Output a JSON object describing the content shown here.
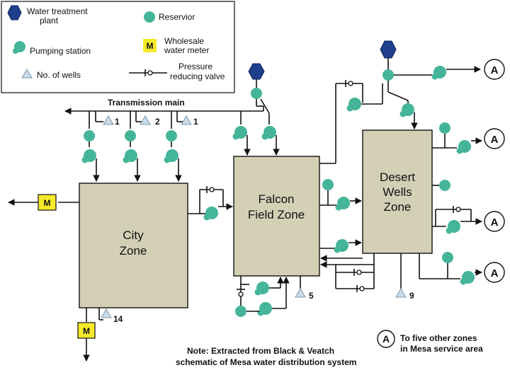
{
  "colors": {
    "zone_fill": "#d4d0b6",
    "pump": "#45b59a",
    "reservoir": "#45b59a",
    "plant": "#1f3f8c",
    "meter": "#f6ea2a",
    "well": "#c9dbe8"
  },
  "legend": {
    "plant": [
      "Water treatment",
      "plant"
    ],
    "reservoir": "Reservior",
    "pump": "Pumping station",
    "meter_symbol": "M",
    "meter": [
      "Wholesale",
      "water meter"
    ],
    "wells": "No. of wells",
    "valve": [
      "Pressure",
      "reducing valve"
    ]
  },
  "transmission_main": "Transmission main",
  "zones": {
    "city": [
      "City",
      "Zone"
    ],
    "falcon": [
      "Falcon",
      "Field Zone"
    ],
    "desert": [
      "Desert",
      "Wells",
      "Zone"
    ]
  },
  "well_counts": [
    "1",
    "2",
    "1",
    "5",
    "9",
    "14"
  ],
  "other_zone_symbol": "A",
  "other_zones_note": [
    "To five other zones",
    "in Mesa service area"
  ],
  "note": [
    "Note: Extracted from Black & Veatch",
    "schematic of Mesa water distribution system"
  ]
}
